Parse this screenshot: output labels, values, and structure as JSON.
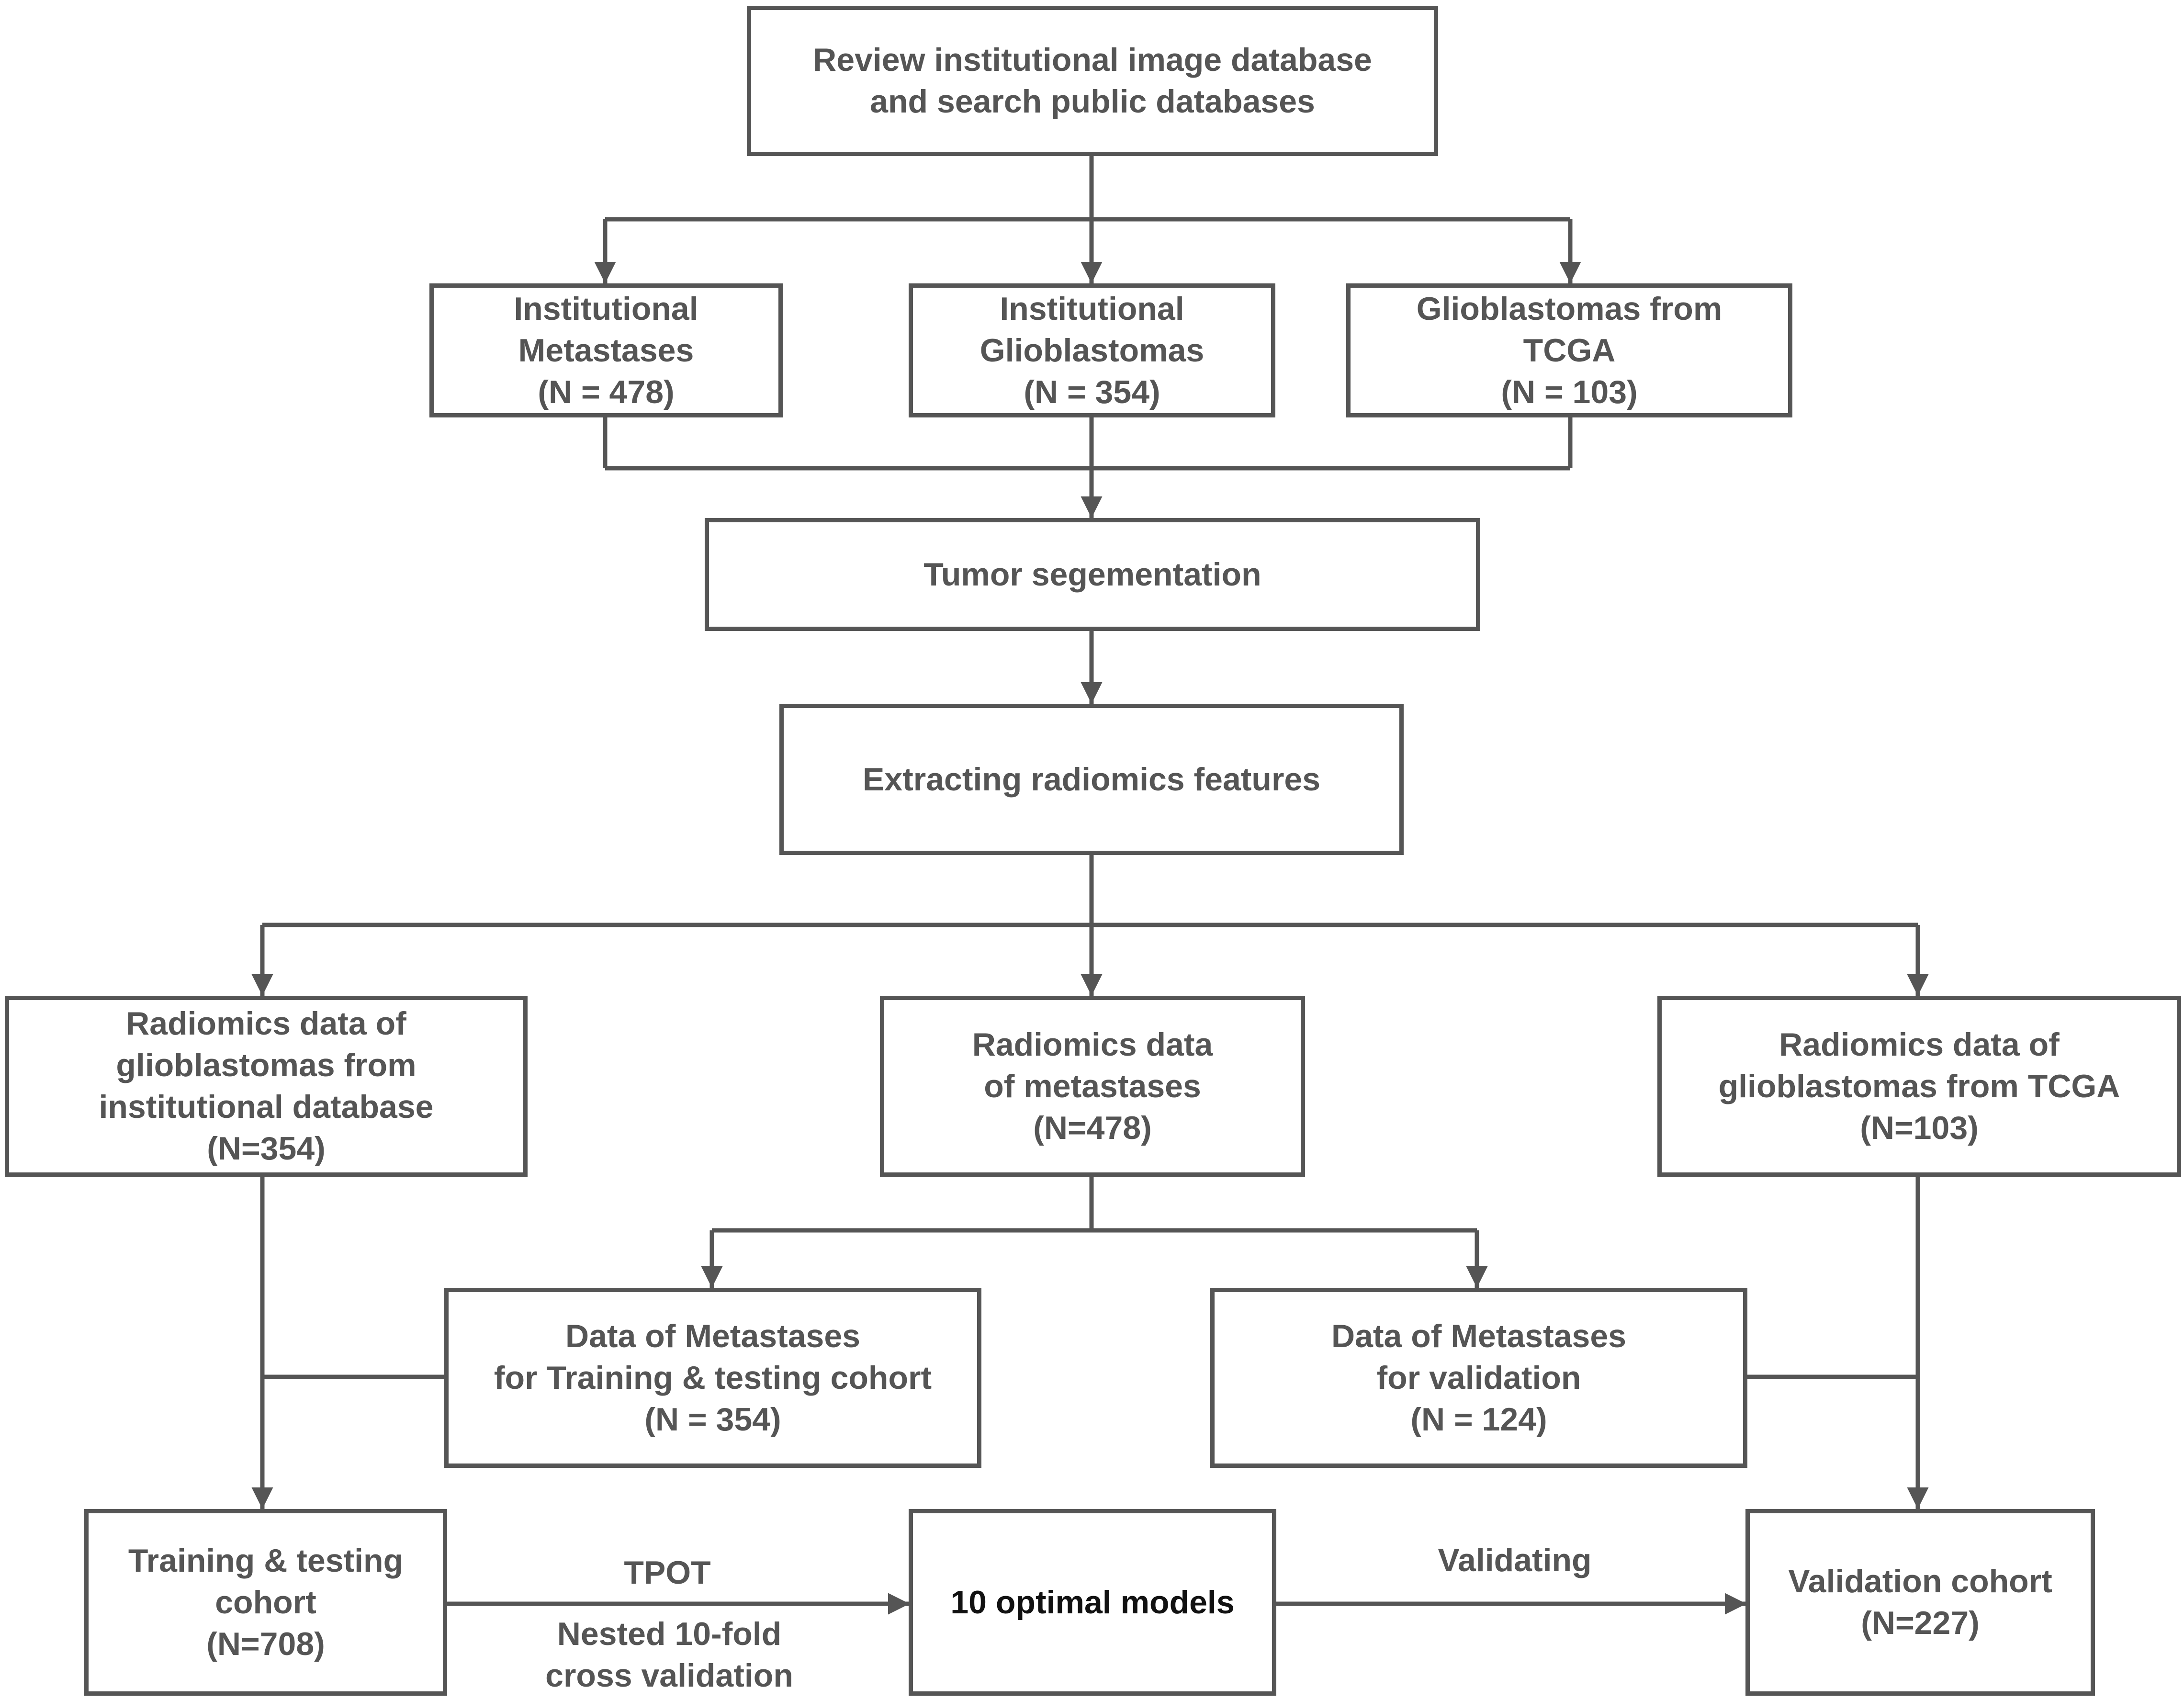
{
  "nodes": {
    "review": {
      "line1": "Review institutional image database",
      "line2": "and search public databases"
    },
    "inst_metastases": {
      "line1": "Institutional",
      "line2": "Metastases",
      "count": "(N = 478)"
    },
    "inst_glioblastomas": {
      "line1": "Institutional",
      "line2": "Glioblastomas",
      "count": "(N = 354)"
    },
    "tcga_glioblastomas": {
      "line1": "Glioblastomas from",
      "line2": "TCGA",
      "count": "(N = 103)"
    },
    "segmentation": {
      "label": "Tumor segementation"
    },
    "extracting": {
      "label": "Extracting radiomics features"
    },
    "radiomics_gbm_inst": {
      "line1": "Radiomics data of",
      "line2": "glioblastomas from",
      "line3": "institutional database",
      "count": "(N=354)"
    },
    "radiomics_metastases": {
      "line1": "Radiomics data",
      "line2": "of metastases",
      "count": "(N=478)"
    },
    "radiomics_gbm_tcga": {
      "line1": "Radiomics data of",
      "line2": "glioblastomas from TCGA",
      "count": "(N=103)"
    },
    "meta_training": {
      "line1": "Data of Metastases",
      "line2": "for Training & testing cohort",
      "count": "(N = 354)"
    },
    "meta_validation": {
      "line1": "Data of Metastases",
      "line2": "for validation",
      "count": "(N = 124)"
    },
    "training_cohort": {
      "line1": "Training & testing",
      "line2": "cohort",
      "count": "(N=708)"
    },
    "optimal_models": {
      "label": "10 optimal models"
    },
    "validation_cohort": {
      "line1": "Validation cohort",
      "count": "(N=227)"
    }
  },
  "edge_labels": {
    "tpot": "TPOT",
    "nested_line1": "Nested 10-fold",
    "nested_line2": "cross validation",
    "validating": "Validating"
  },
  "colors": {
    "stroke": "#555555",
    "text": "#555555",
    "emphasis_text": "#111111",
    "background": "#ffffff"
  }
}
